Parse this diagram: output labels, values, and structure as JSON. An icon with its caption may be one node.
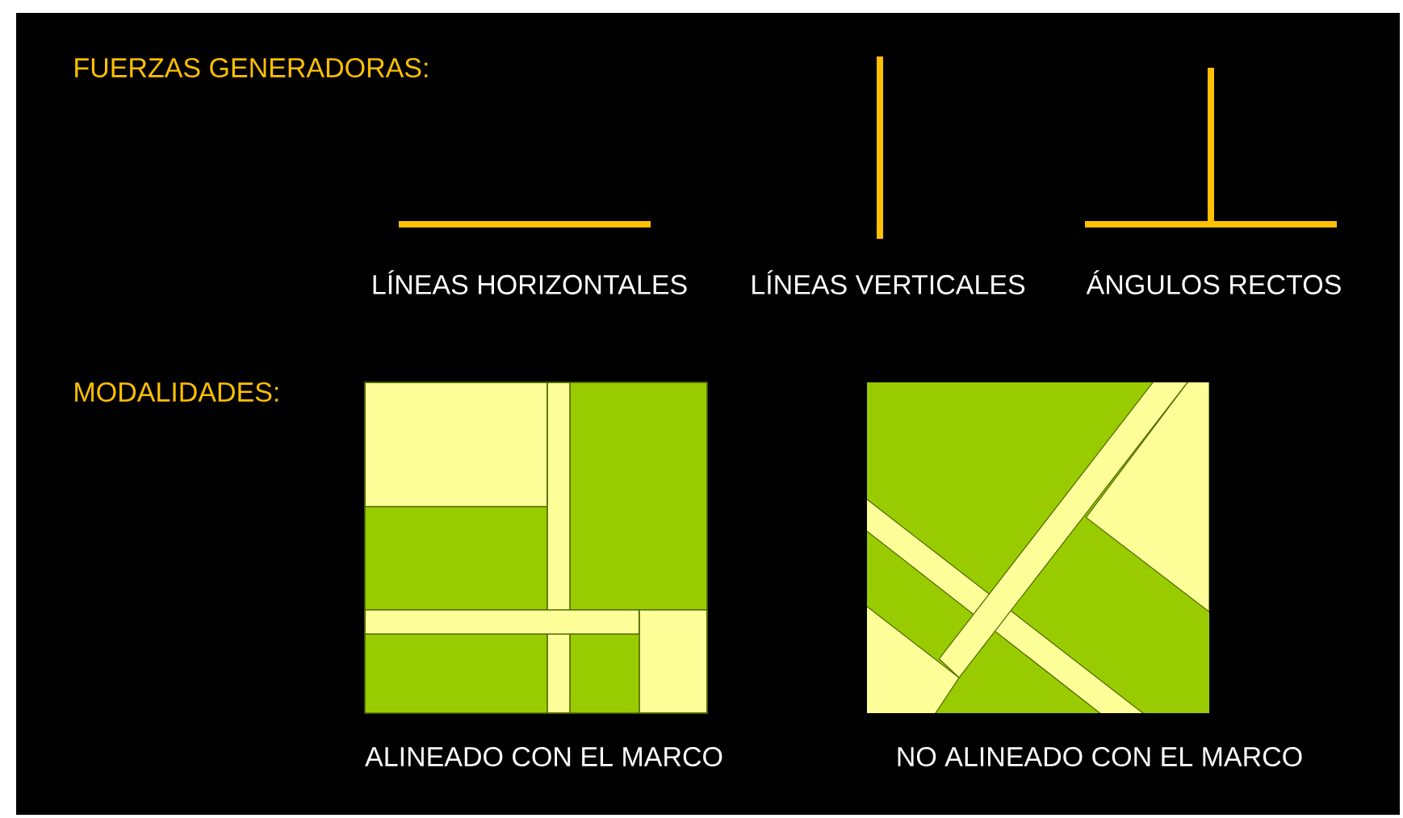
{
  "diagram": {
    "labels": [
      "FUERZAS GENERADORAS:",
      "LÍNEAS HORIZONTALES",
      "LÍNEAS VERTICALES",
      "ÁNGULOS RECTOS",
      "MODALIDADES:",
      "ALINEADO CON EL MARCO",
      "NO ALINEADO CON EL MARCO"
    ]
  }
}
